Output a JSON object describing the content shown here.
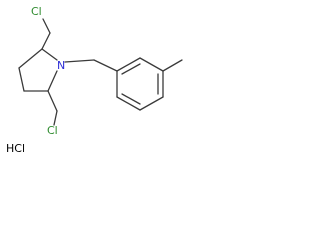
{
  "molecule": {
    "atoms": {
      "cl_top": "Cl",
      "cl_bottom": "Cl",
      "nitrogen": "N",
      "salt": "HCl"
    },
    "colors": {
      "bond": "#3a3a3a",
      "chlorine": "#2e8b2e",
      "nitrogen": "#2d2dd6",
      "salt": "#000000"
    }
  }
}
